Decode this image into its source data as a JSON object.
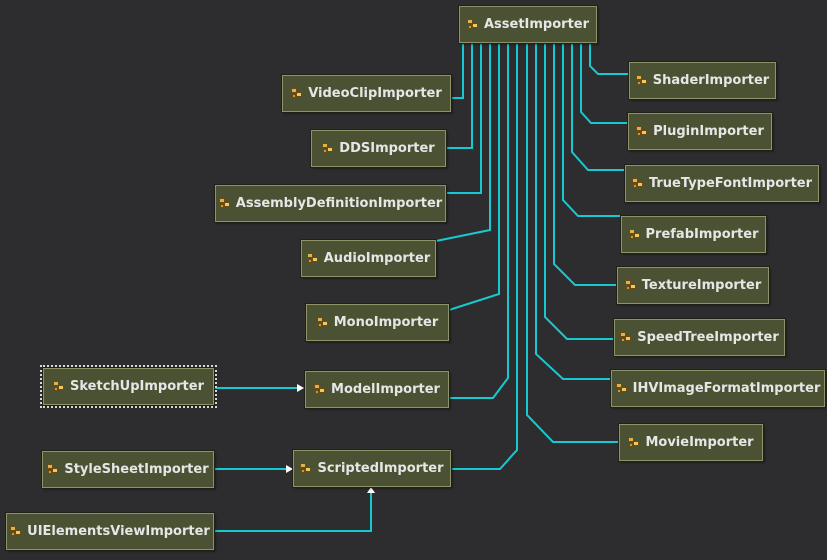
{
  "colors": {
    "background": "#2d2d2f",
    "node_fill": "#4b5233",
    "node_border": "#8e9468",
    "text": "#e6e6e6",
    "connector": "#17c9d0"
  },
  "icons": {
    "class": "class-icon"
  },
  "classes": {
    "asset_importer": "AssetImporter",
    "video_clip_importer": "VideoClipImporter",
    "dds_importer": "DDSImporter",
    "assembly_definition_importer": "AssemblyDefinitionImporter",
    "audio_importer": "AudioImporter",
    "mono_importer": "MonoImporter",
    "model_importer": "ModelImporter",
    "scripted_importer": "ScriptedImporter",
    "sketchup_importer": "SketchUpImporter",
    "stylesheet_importer": "StyleSheetImporter",
    "uielements_view_importer": "UIElementsViewImporter",
    "shader_importer": "ShaderImporter",
    "plugin_importer": "PluginImporter",
    "truetype_font_importer": "TrueTypeFontImporter",
    "prefab_importer": "PrefabImporter",
    "texture_importer": "TextureImporter",
    "speedtree_importer": "SpeedTreeImporter",
    "ihv_image_format_importer": "IHVImageFormatImporter",
    "movie_importer": "MovieImporter"
  }
}
